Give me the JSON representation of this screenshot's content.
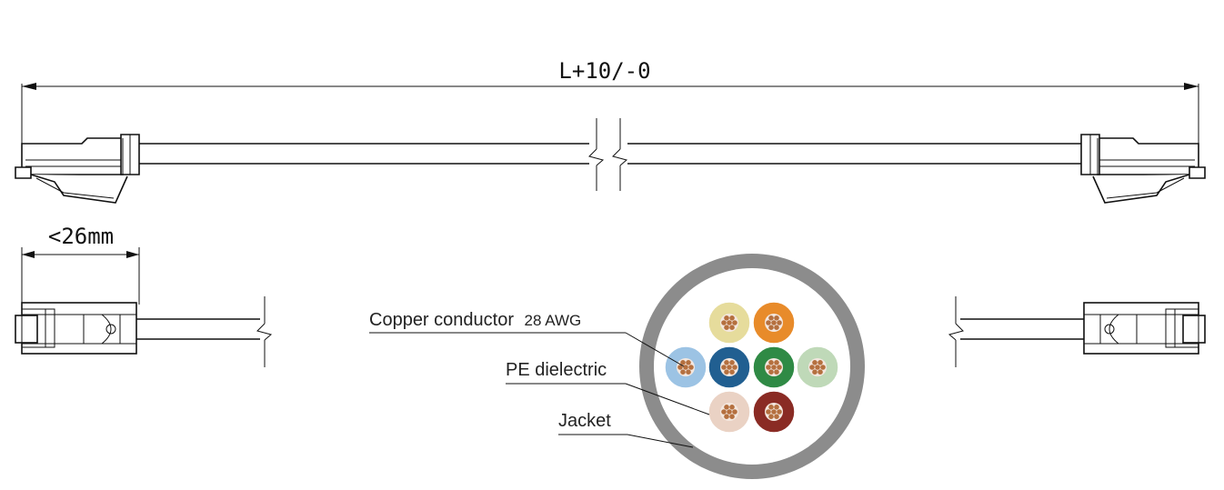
{
  "dimensions": {
    "length_label": "L+10/-0",
    "plug_length_label": "<26mm"
  },
  "cross_section": {
    "labels": {
      "copper_conductor": "Copper conductor",
      "awg": "28 AWG",
      "dielectric": "PE dielectric",
      "jacket": "Jacket"
    },
    "jacket_color": "#8c8c8c",
    "core_colors": [
      "#e6dc9c",
      "#e88b2a",
      "#9cc3e4",
      "#215f91",
      "#2f8a45",
      "#bfd9b8",
      "#ead2c4",
      "#8a2b24"
    ]
  }
}
